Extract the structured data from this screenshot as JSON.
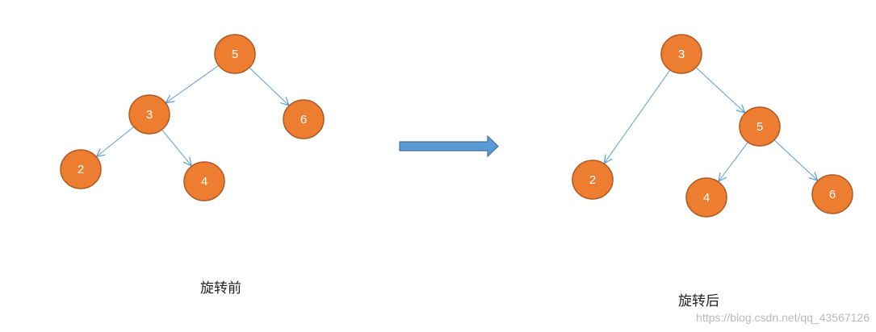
{
  "diagram": {
    "before": {
      "caption": "旋转前",
      "nodes": [
        {
          "id": "b5",
          "label": "5"
        },
        {
          "id": "b3",
          "label": "3"
        },
        {
          "id": "b6",
          "label": "6"
        },
        {
          "id": "b2",
          "label": "2"
        },
        {
          "id": "b4",
          "label": "4"
        }
      ],
      "edges": [
        {
          "from": "b5",
          "to": "b3"
        },
        {
          "from": "b5",
          "to": "b6"
        },
        {
          "from": "b3",
          "to": "b2"
        },
        {
          "from": "b3",
          "to": "b4"
        }
      ]
    },
    "after": {
      "caption": "旋转后",
      "nodes": [
        {
          "id": "a3",
          "label": "3"
        },
        {
          "id": "a5",
          "label": "5"
        },
        {
          "id": "a2",
          "label": "2"
        },
        {
          "id": "a4",
          "label": "4"
        },
        {
          "id": "a6",
          "label": "6"
        }
      ],
      "edges": [
        {
          "from": "a3",
          "to": "a2"
        },
        {
          "from": "a3",
          "to": "a5"
        },
        {
          "from": "a5",
          "to": "a4"
        },
        {
          "from": "a5",
          "to": "a6"
        }
      ]
    },
    "watermark": "https://blog.csdn.net/qq_43567126",
    "colors": {
      "node_fill": "#ED7D31",
      "node_stroke": "#AE5A21",
      "edge": "#5B9BD5",
      "arrow_fill": "#5B9BD5",
      "arrow_stroke": "#41719C"
    }
  }
}
